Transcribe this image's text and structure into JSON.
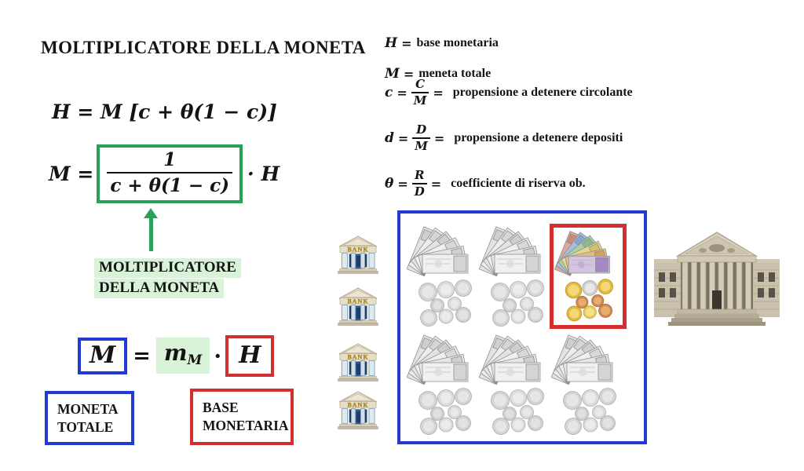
{
  "slide": {
    "title": "MOLTIPLICATORE DELLA MONETA"
  },
  "formula_h": {
    "text": "H = M [c + θ(1 − c)]"
  },
  "formula_frac": {
    "lhs": "M =",
    "num": "1",
    "den": "c + θ(1 − c)",
    "rhs": "· H"
  },
  "multiplier_label": {
    "line1": "MOLTIPLICATORE",
    "line2": "DELLA MONETA"
  },
  "formula_compact": {
    "m": "M",
    "eq": "=",
    "mult_base": "m",
    "mult_sub": "M",
    "dot": "·",
    "h": "H"
  },
  "label_moneta_totale": {
    "line1": "MONETA",
    "line2": "TOTALE"
  },
  "label_base_monetaria": {
    "line1": "BASE",
    "line2": "MONETARIA"
  },
  "definitions": {
    "h": {
      "sym": "H",
      "eq": "=",
      "desc": "base monetaria"
    },
    "m": {
      "sym": "M",
      "eq": "=",
      "desc": "meneta totale"
    },
    "c": {
      "sym": "c",
      "eq1": "=",
      "num": "C",
      "den": "M",
      "eq2": "=",
      "desc": "propensione a detenere circolante"
    },
    "d": {
      "sym": "d",
      "eq1": "=",
      "num": "D",
      "den": "M",
      "eq2": "=",
      "desc": "propensione a detenere depositi"
    },
    "theta": {
      "sym": "θ",
      "eq1": "=",
      "num": "R",
      "den": "D",
      "eq2": "=",
      "desc": "coefficiente di riserva ob."
    }
  },
  "diagram": {
    "bank_label": "BANK",
    "bank_count": 4,
    "money_grid": {
      "rows": 2,
      "cols": 3,
      "cells": [
        "gray",
        "gray",
        "color-highlighted",
        "gray",
        "gray",
        "gray"
      ],
      "highlighted_cell": "row 1, col 3"
    },
    "icons": {
      "bank": "bank-building-icon",
      "banknote_fan_gray": "banknote-fan-gray-icon",
      "coins_gray": "coins-gray-icon",
      "banknote_fan_color": "banknote-fan-color-icon",
      "coins_color": "coins-color-icon",
      "central_bank": "central-bank-building-image",
      "arrow": "arrow-up-icon"
    }
  },
  "colors": {
    "green": "#2aa158",
    "green_highlight": "#d8f3d8",
    "blue": "#2239d2",
    "red": "#d32f2f",
    "text": "#141414"
  }
}
